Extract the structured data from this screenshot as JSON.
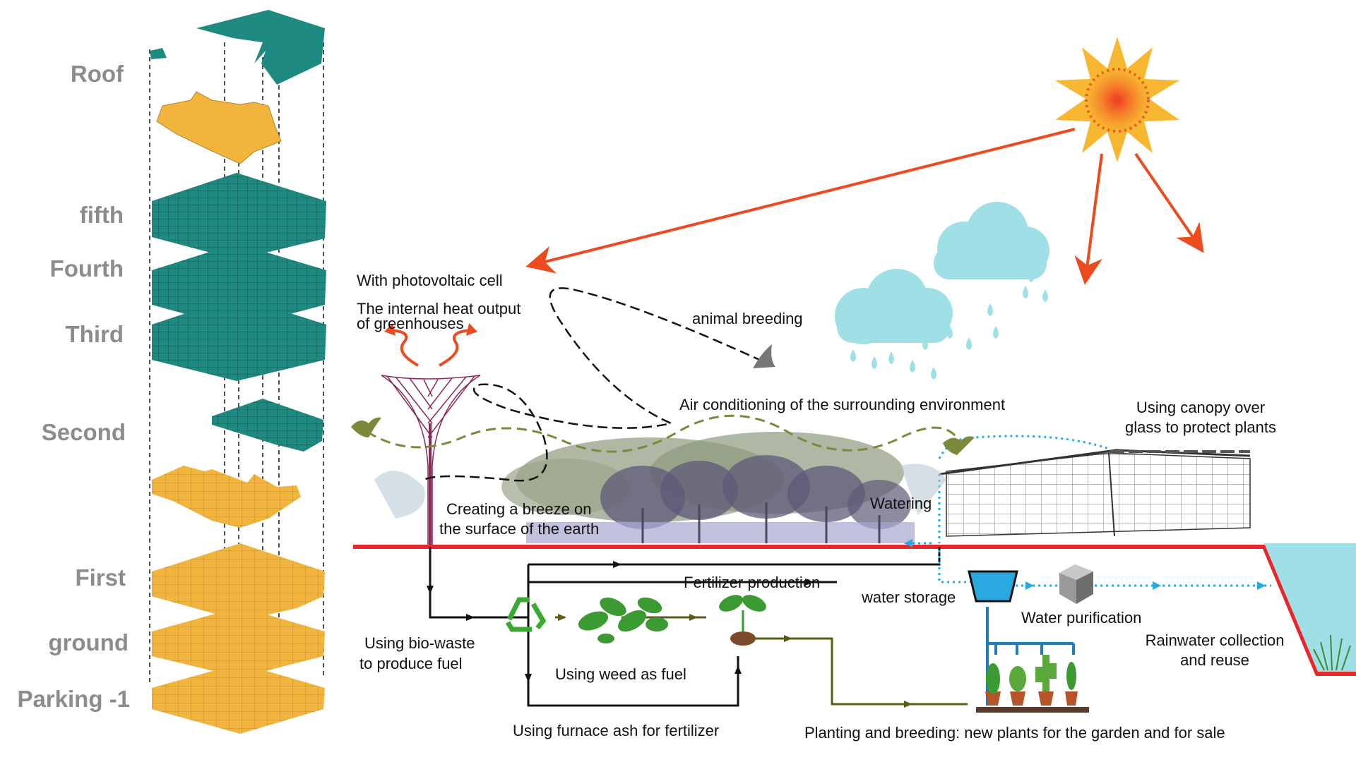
{
  "floors": {
    "roof": "Roof",
    "fifth": "fifth",
    "fourth": "Fourth",
    "third": "Third",
    "second": "Second",
    "first": "First",
    "ground": "ground",
    "parking": "Parking -1"
  },
  "labels": {
    "photovoltaic": "With photovoltaic cell",
    "heat_output_1": "The internal heat output",
    "heat_output_2": "of greenhouses",
    "animal_breeding": "animal breeding",
    "air_conditioning": "Air conditioning of the surrounding environment",
    "canopy_1": "Using canopy over",
    "canopy_2": "glass to protect plants",
    "breeze_1": "Creating a breeze on",
    "breeze_2": "the surface of the earth",
    "watering": "Watering",
    "fertilizer_production": "Fertilizer production",
    "water_storage": "water storage",
    "water_purification": "Water purification",
    "rainwater_1": "Rainwater collection",
    "rainwater_2": "and reuse",
    "biowaste_1": "Using bio-waste",
    "biowaste_2": "to produce fuel",
    "weed_fuel": "Using weed as fuel",
    "furnace_ash": "Using furnace ash for fertilizer",
    "planting": "Planting and breeding: new plants for the garden and for sale"
  },
  "colors": {
    "teal_floor": "#1e8a80",
    "yellow_floor": "#f2b43c",
    "ground_line": "#e8262b",
    "sun_ray": "#ec4a1f",
    "sun": "#f7b731",
    "cloud": "#9fdfe6",
    "water_dots": "#2aa9e0",
    "wind_path": "#7a8a3a",
    "tower": "#8a2a5a"
  },
  "icons": [
    "sun-icon",
    "cloud-icon",
    "bird-icon",
    "recycle-icon",
    "leaves-icon",
    "sprout-icon",
    "water-tank-icon",
    "filter-cube-icon",
    "potted-plants-icon",
    "greenhouse-icon",
    "wind-tower-icon"
  ]
}
